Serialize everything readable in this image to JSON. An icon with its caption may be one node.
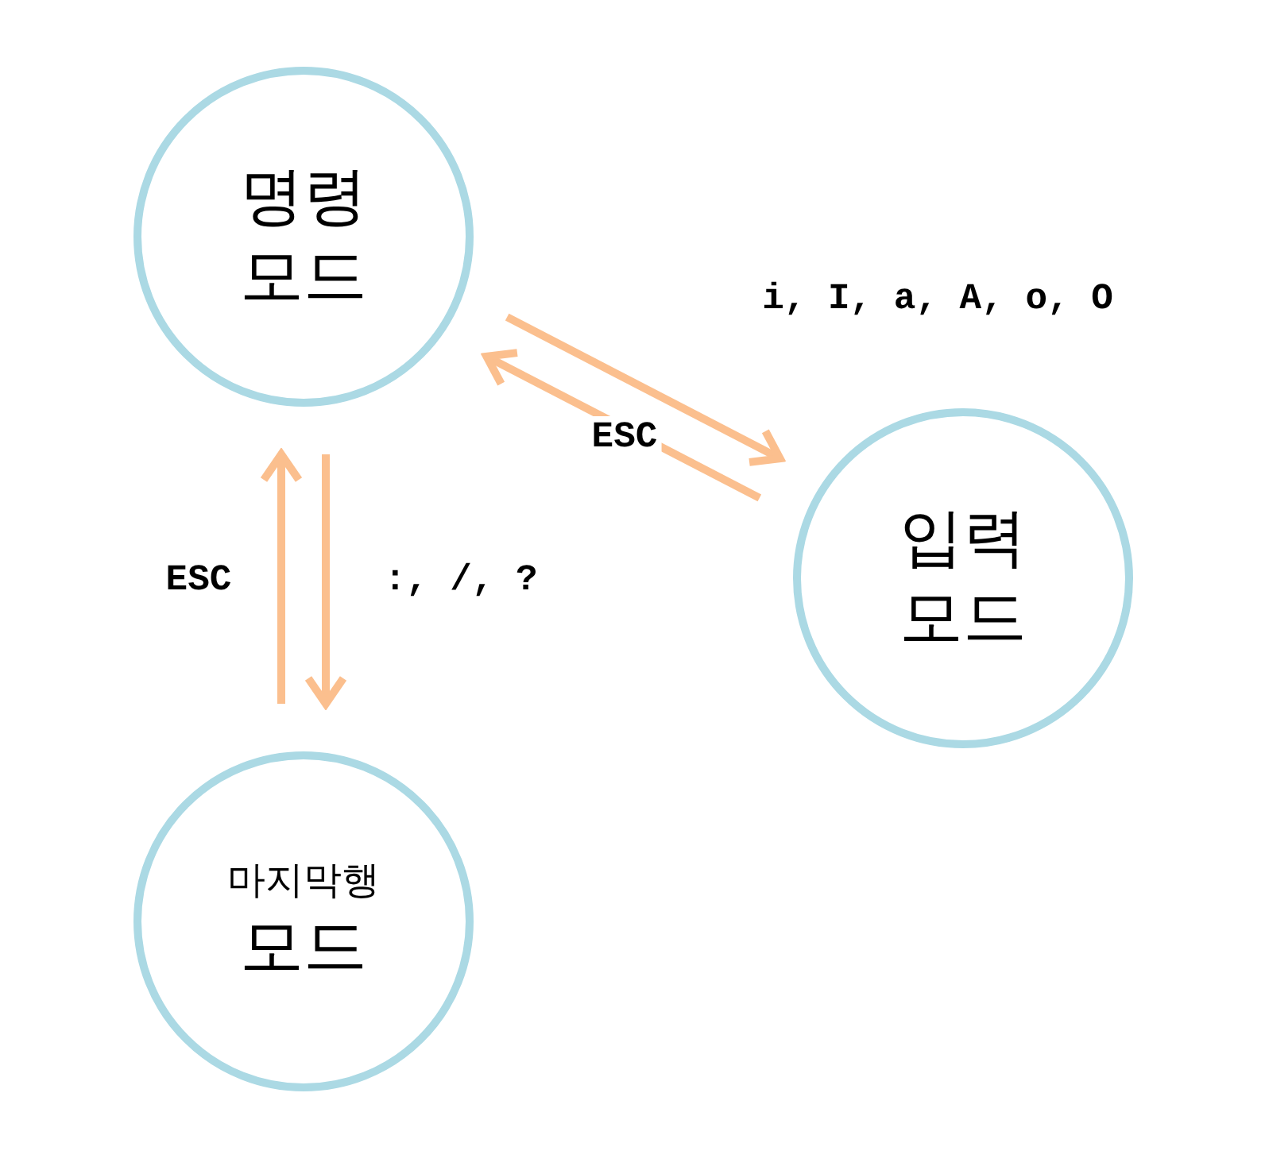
{
  "diagram": {
    "nodes": [
      {
        "text": [
          "명령 모드"
        ]
      },
      {
        "text": [
          "입력 모드"
        ]
      },
      {
        "text": [
          "마지막행",
          "모드"
        ]
      }
    ],
    "edges": [
      {
        "from": 0,
        "to": 1,
        "arrow": "to",
        "label": "i, I, a, A, o, O"
      },
      {
        "from": 1,
        "to": 0,
        "arrow": "to",
        "label": "ESC"
      },
      {
        "from": 2,
        "to": 0,
        "arrow": "to",
        "label": "ESC"
      },
      {
        "from": 0,
        "to": 2,
        "arrow": "to",
        "label": ":, /, ?"
      }
    ]
  }
}
